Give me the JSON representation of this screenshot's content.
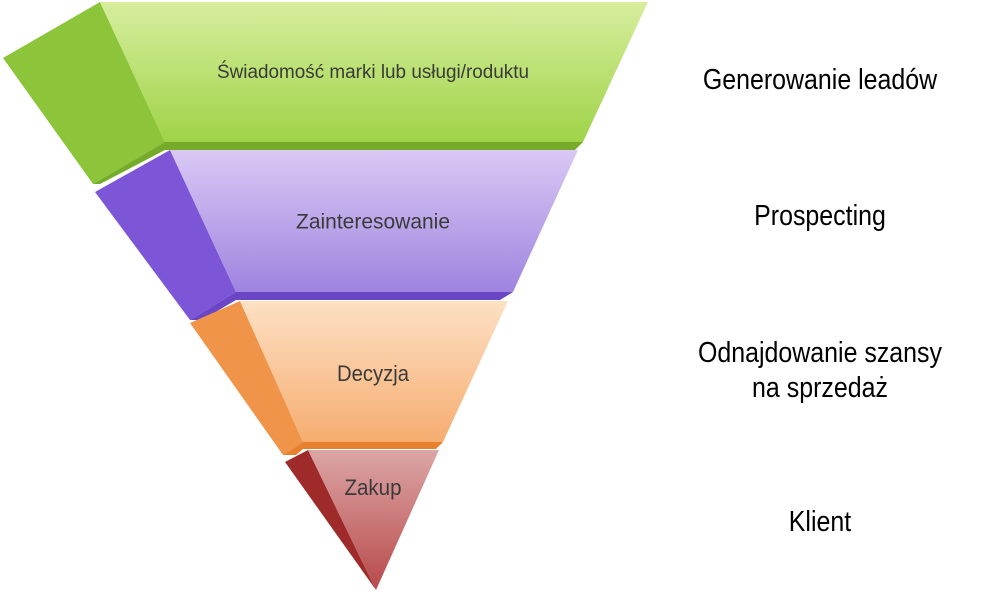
{
  "funnel": {
    "layers": [
      {
        "label": "Świadomość marki lub usługi/roduktu",
        "front_top": "#d7ee9e",
        "front_bottom": "#9fd348",
        "side": "#8cc43a",
        "side_dark": "#76ab2a"
      },
      {
        "label": "Zainteresowanie",
        "front_top": "#d9c9f4",
        "front_bottom": "#9f84e0",
        "side": "#7d56d8",
        "side_dark": "#6a45c4"
      },
      {
        "label": "Decyzja",
        "front_top": "#fde0c4",
        "front_bottom": "#f6ad70",
        "side": "#f0944a",
        "side_dark": "#e8812e"
      },
      {
        "label": "Zakup",
        "front_top": "#dca6a6",
        "front_bottom": "#b84a4a",
        "side": "#9e2a2a",
        "side_dark": "#8a2020"
      }
    ]
  },
  "stages": [
    {
      "lines": [
        "Generowanie leadów"
      ]
    },
    {
      "lines": [
        "Prospecting"
      ]
    },
    {
      "lines": [
        "Odnajdowanie szansy",
        "na sprzedaż"
      ]
    },
    {
      "lines": [
        "Klient"
      ]
    }
  ]
}
